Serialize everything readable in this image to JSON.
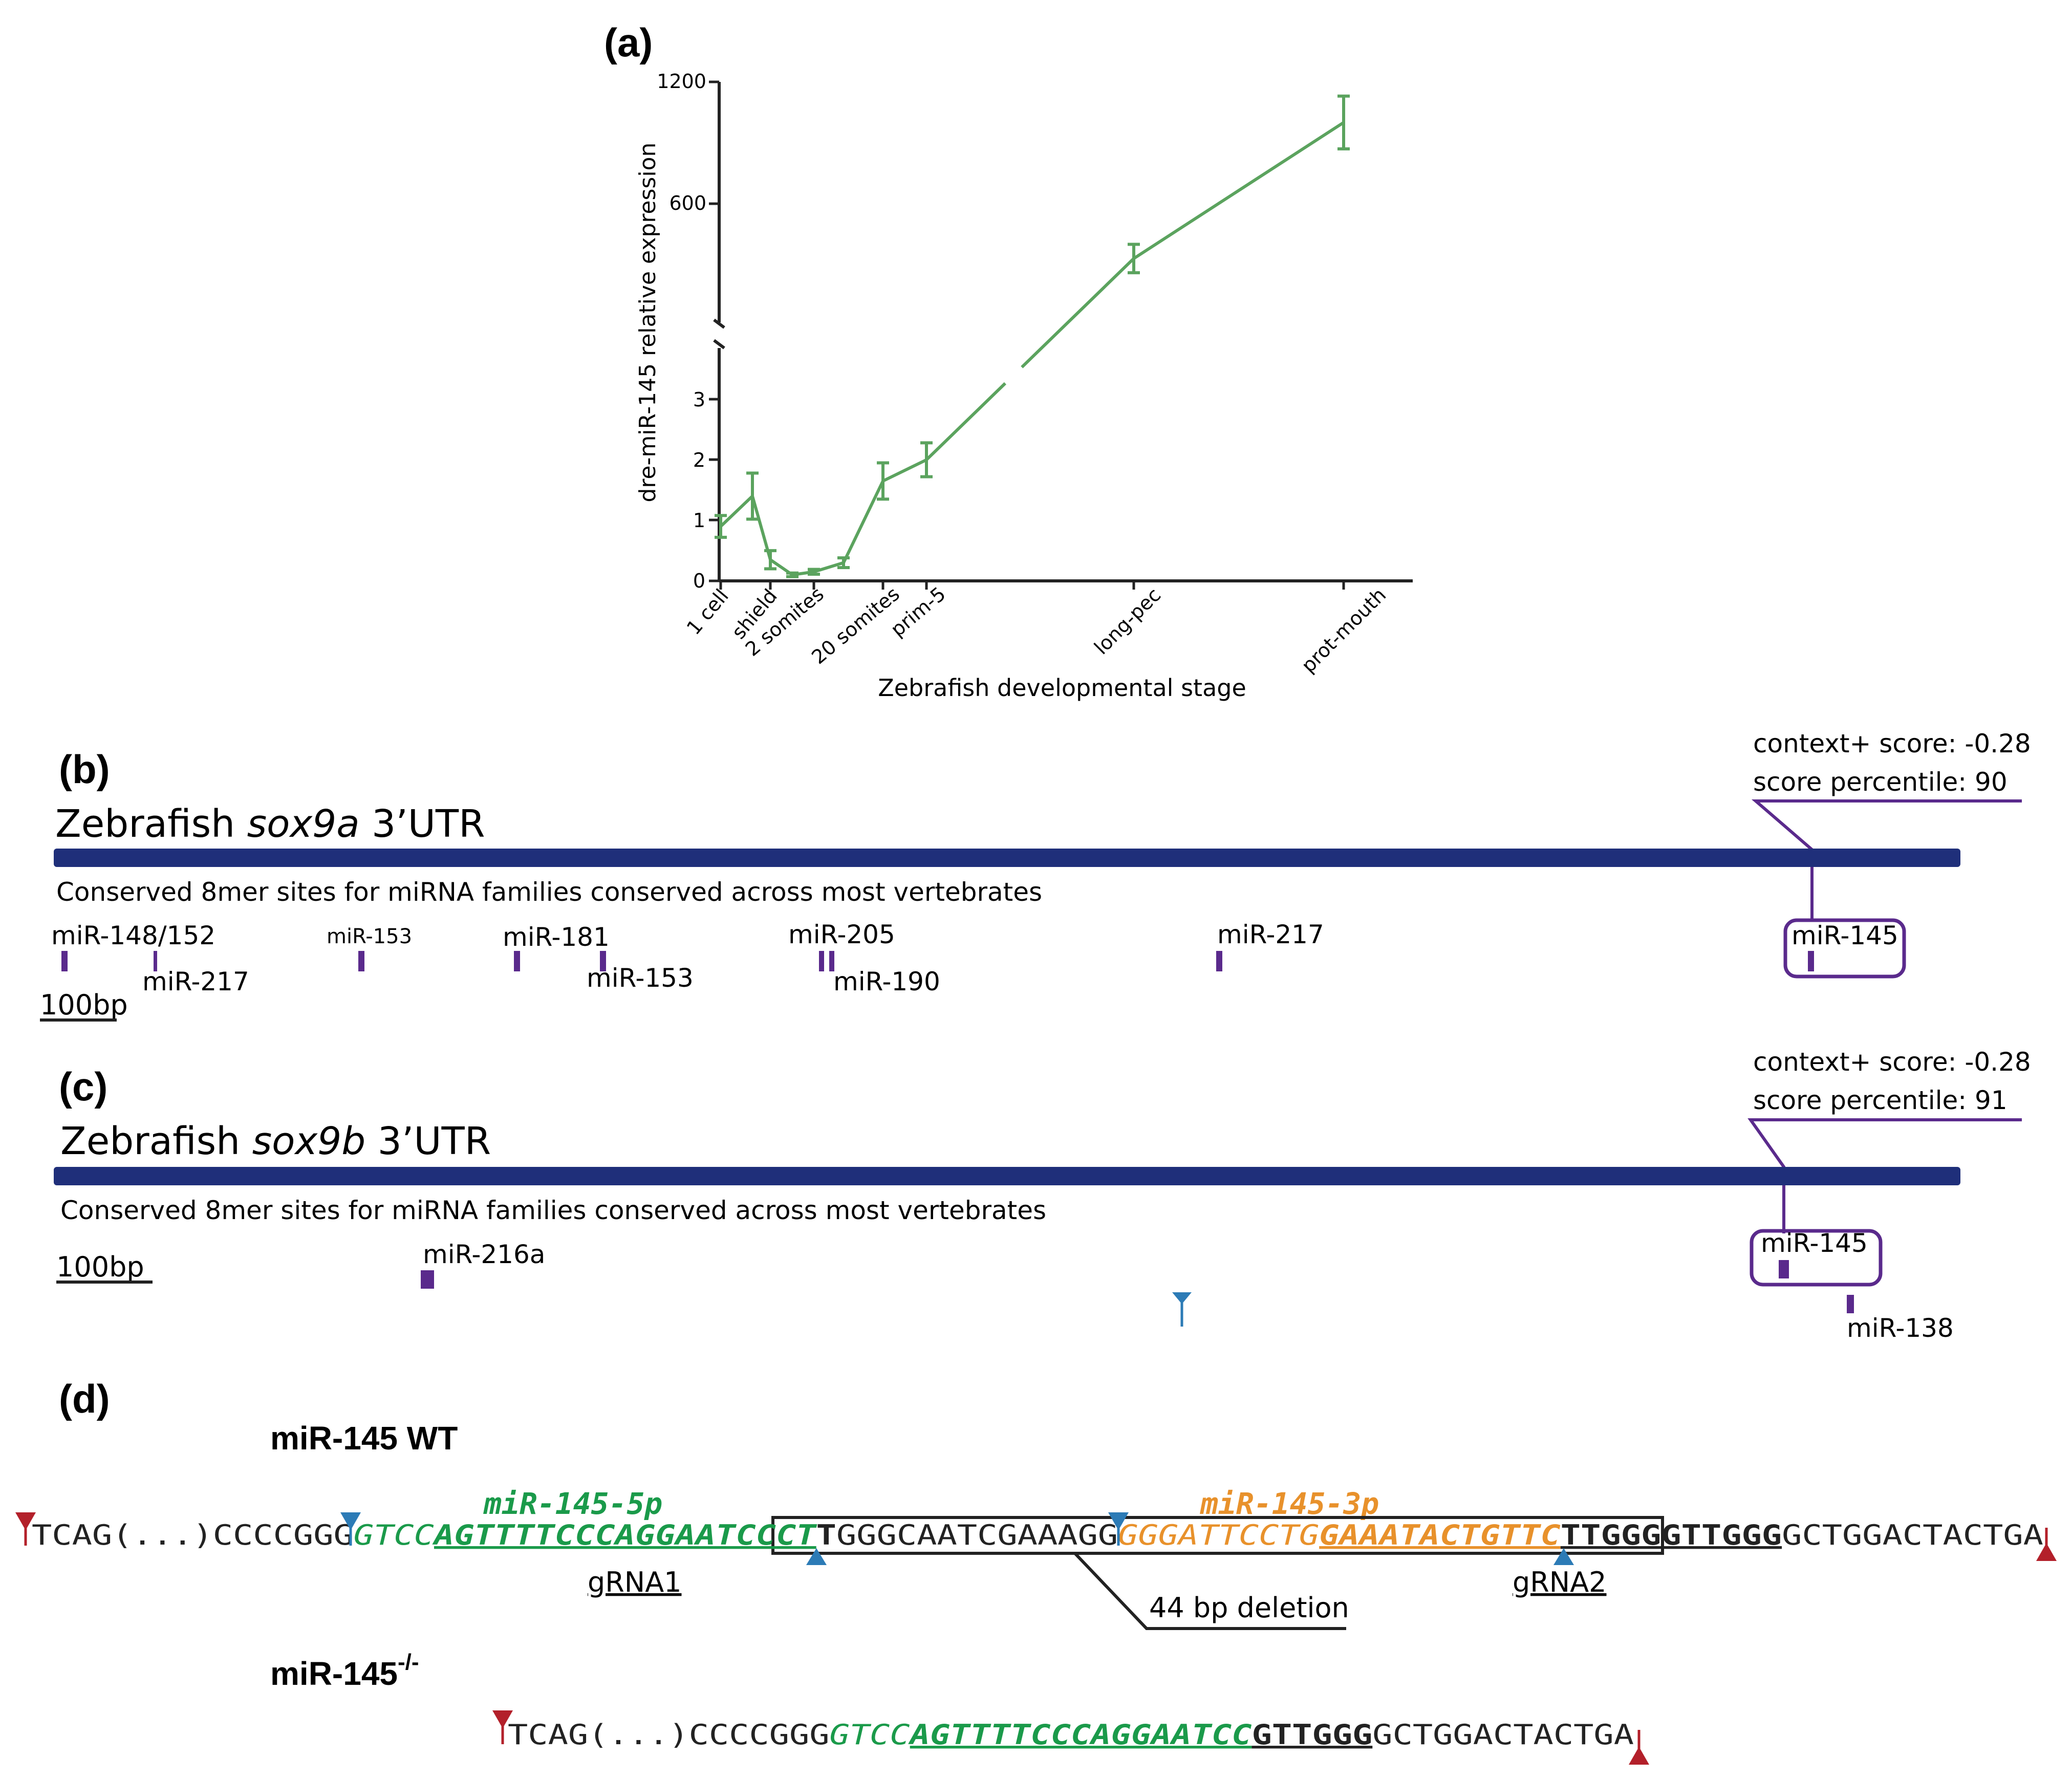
{
  "panels": {
    "a": "(a)",
    "b": "(b)",
    "c": "(c)",
    "d": "(d)"
  },
  "chart_data": {
    "type": "line",
    "categories": [
      "1 cell",
      "shield",
      "2 somites",
      "20 somites",
      "prim-5",
      "long-pec",
      "prot-mouth"
    ],
    "xlabel": "Zebrafish developmental stage",
    "ylabel": "dre-miR-145 relative expression",
    "y_ticks_lower": [
      "0",
      "1",
      "2",
      "3"
    ],
    "y_ticks_upper": [
      "600",
      "1200"
    ],
    "axis_break": true,
    "points": [
      {
        "stage": "1 cell",
        "value": 0.9,
        "err": 0.18
      },
      {
        "stage": "",
        "value": 1.4,
        "err": 0.38
      },
      {
        "stage": "shield",
        "value": 0.35,
        "err": 0.15
      },
      {
        "stage": "",
        "value": 0.1,
        "err": 0.03
      },
      {
        "stage": "2 somites",
        "value": 0.15,
        "err": 0.04
      },
      {
        "stage": "",
        "value": 0.3,
        "err": 0.08
      },
      {
        "stage": "20 somites",
        "value": 1.65,
        "err": 0.3
      },
      {
        "stage": "prim-5",
        "value": 2.0,
        "err": 0.28
      },
      {
        "stage": "long-pec",
        "value": 330,
        "err": 70
      },
      {
        "stage": "prot-mouth",
        "value": 1000,
        "err": 130
      }
    ],
    "line_color": "#5ba35e"
  },
  "panel_b": {
    "title_prefix": "Zebrafish ",
    "gene": "sox9a",
    "title_suffix": " 3’UTR",
    "subtitle": "Conserved 8mer sites for miRNA families conserved across most vertebrates",
    "scale": "100bp",
    "context_score": "context+ score: -0.28",
    "percentile": "score percentile: 90",
    "sites": [
      "miR-148/152",
      "miR-217",
      "miR-153",
      "miR-181",
      "miR-153",
      "miR-205",
      "miR-190",
      "miR-217",
      "miR-145"
    ]
  },
  "panel_c": {
    "title_prefix": "Zebrafish ",
    "gene": "sox9b",
    "title_suffix": " 3’UTR",
    "subtitle": "Conserved 8mer sites for miRNA families conserved across most vertebrates",
    "scale": "100bp",
    "context_score": "context+ score: -0.28",
    "percentile": "score percentile: 91",
    "sites": [
      "miR-216a",
      "miR-145",
      "miR-138"
    ]
  },
  "panel_d": {
    "wt_title": "miR-145 WT",
    "ko_title": "miR-145",
    "ko_sup": "-/-",
    "mir5p": "miR-145-5p",
    "mir3p": "miR-145-3p",
    "wt_seq": {
      "s1": "TCAG(...)CCCCGGG",
      "s2": "GTCC",
      "s3": "AGTTTTCCCAGGAATCC",
      "s4": "CT",
      "s5": "T",
      "s6": "GGGCAATCGAAAGG",
      "s7": "GGGATTCCTG",
      "s8": "GAAATACTGTTC",
      "s9": "TTGGG",
      "s10": "GTTGGG",
      "s11": "GCTGGACTACTGA"
    },
    "ko_seq": {
      "s1": "TCAG(...)CCCCGGG",
      "s2": "GTCC",
      "s3": "AGTTTTCCCAGGAATCC",
      "s4": "GTTGGG",
      "s5": "GCTGGACTACTGA"
    },
    "grna1": "gRNA1",
    "grna2": "gRNA2",
    "deletion": "44 bp deletion",
    "colors": {
      "green": "#1a9a4a",
      "orange": "#e8912b",
      "navy": "#1f2f7a",
      "purple": "#5a2a8c",
      "red": "#b3202a",
      "blue": "#2c7bb6"
    }
  }
}
